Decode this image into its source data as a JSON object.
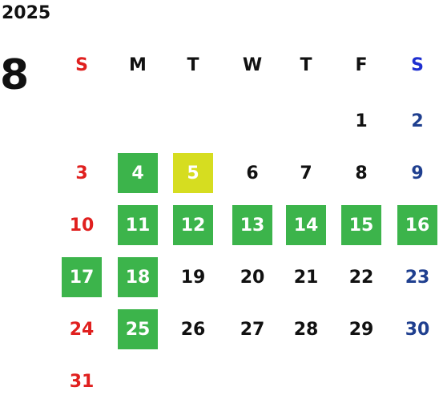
{
  "year": "2025",
  "month": "8",
  "weekdays": [
    {
      "label": "S",
      "color": "#e0201f"
    },
    {
      "label": "M",
      "color": "#111111"
    },
    {
      "label": "T",
      "color": "#111111"
    },
    {
      "label": "W",
      "color": "#111111"
    },
    {
      "label": "T",
      "color": "#111111"
    },
    {
      "label": "F",
      "color": "#111111"
    },
    {
      "label": "S",
      "color": "#1f2fd0"
    }
  ],
  "colors": {
    "highlight_green": "#3cb44b",
    "highlight_yellow": "#d6dd20",
    "sunday": "#e0201f",
    "saturday": "#1f3f8f"
  },
  "days": [
    {
      "label": "1",
      "week": 0,
      "col": 5
    },
    {
      "label": "2",
      "week": 0,
      "col": 6
    },
    {
      "label": "3",
      "week": 1,
      "col": 0
    },
    {
      "label": "4",
      "week": 1,
      "col": 1,
      "highlight": "green"
    },
    {
      "label": "5",
      "week": 1,
      "col": 2,
      "highlight": "yellow"
    },
    {
      "label": "6",
      "week": 1,
      "col": 3
    },
    {
      "label": "7",
      "week": 1,
      "col": 4
    },
    {
      "label": "8",
      "week": 1,
      "col": 5
    },
    {
      "label": "9",
      "week": 1,
      "col": 6
    },
    {
      "label": "10",
      "week": 2,
      "col": 0
    },
    {
      "label": "11",
      "week": 2,
      "col": 1,
      "highlight": "green"
    },
    {
      "label": "12",
      "week": 2,
      "col": 2,
      "highlight": "green"
    },
    {
      "label": "13",
      "week": 2,
      "col": 3,
      "highlight": "green"
    },
    {
      "label": "14",
      "week": 2,
      "col": 4,
      "highlight": "green"
    },
    {
      "label": "15",
      "week": 2,
      "col": 5,
      "highlight": "green"
    },
    {
      "label": "16",
      "week": 2,
      "col": 6,
      "highlight": "green"
    },
    {
      "label": "17",
      "week": 3,
      "col": 0,
      "highlight": "green"
    },
    {
      "label": "18",
      "week": 3,
      "col": 1,
      "highlight": "green"
    },
    {
      "label": "19",
      "week": 3,
      "col": 2
    },
    {
      "label": "20",
      "week": 3,
      "col": 3
    },
    {
      "label": "21",
      "week": 3,
      "col": 4
    },
    {
      "label": "22",
      "week": 3,
      "col": 5
    },
    {
      "label": "23",
      "week": 3,
      "col": 6
    },
    {
      "label": "24",
      "week": 4,
      "col": 0
    },
    {
      "label": "25",
      "week": 4,
      "col": 1,
      "highlight": "green"
    },
    {
      "label": "26",
      "week": 4,
      "col": 2
    },
    {
      "label": "27",
      "week": 4,
      "col": 3
    },
    {
      "label": "28",
      "week": 4,
      "col": 4
    },
    {
      "label": "29",
      "week": 4,
      "col": 5
    },
    {
      "label": "30",
      "week": 4,
      "col": 6
    },
    {
      "label": "31",
      "week": 5,
      "col": 0
    }
  ]
}
